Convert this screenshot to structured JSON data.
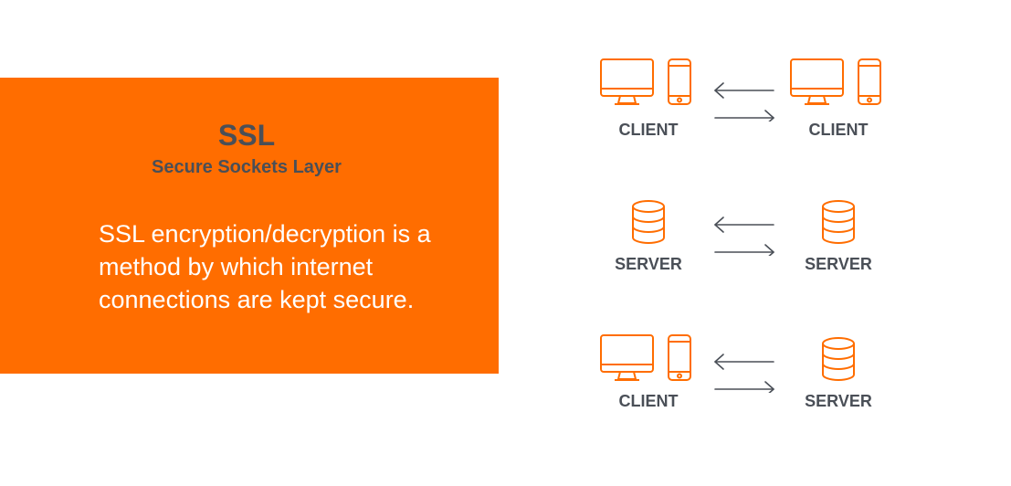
{
  "colors": {
    "accent": "#ff6d00",
    "text_dark": "#4a4f57",
    "arrow": "#4a4f57",
    "icon_stroke": "#ff6d00"
  },
  "panel": {
    "title": "SSL",
    "subtitle": "Secure Sockets Layer",
    "description": "SSL encryption/decryption is a method by which internet connections are kept secure."
  },
  "pairs": [
    {
      "left": {
        "label": "CLIENT",
        "icon": "monitor-phone-icon"
      },
      "right": {
        "label": "CLIENT",
        "icon": "monitor-phone-icon"
      }
    },
    {
      "left": {
        "label": "SERVER",
        "icon": "database-icon"
      },
      "right": {
        "label": "SERVER",
        "icon": "database-icon"
      }
    },
    {
      "left": {
        "label": "CLIENT",
        "icon": "monitor-phone-icon"
      },
      "right": {
        "label": "SERVER",
        "icon": "database-icon"
      }
    }
  ]
}
